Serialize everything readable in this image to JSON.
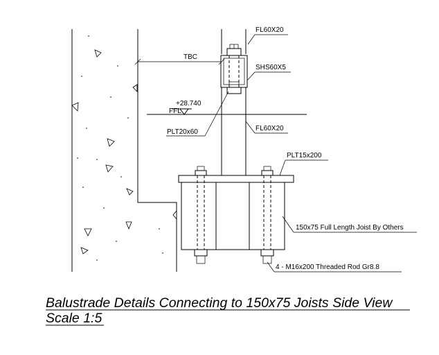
{
  "labels": {
    "fl_top": "FL60X20",
    "tbc": "TBC",
    "shs": "SHS60X5",
    "level_value": "+28.740",
    "ffl": "FFL",
    "plt_small": "PLT20x60",
    "fl_mid": "FL60X20",
    "plt_base": "PLT15x200",
    "joist": "150x75 Full Length Joist By Others",
    "rods": "4 - M16x200 Threaded Rod Gr8.8"
  },
  "title": {
    "line1": "Balustrade Details Connecting to 150x75 Joists Side View",
    "line2": "Scale 1:5"
  }
}
